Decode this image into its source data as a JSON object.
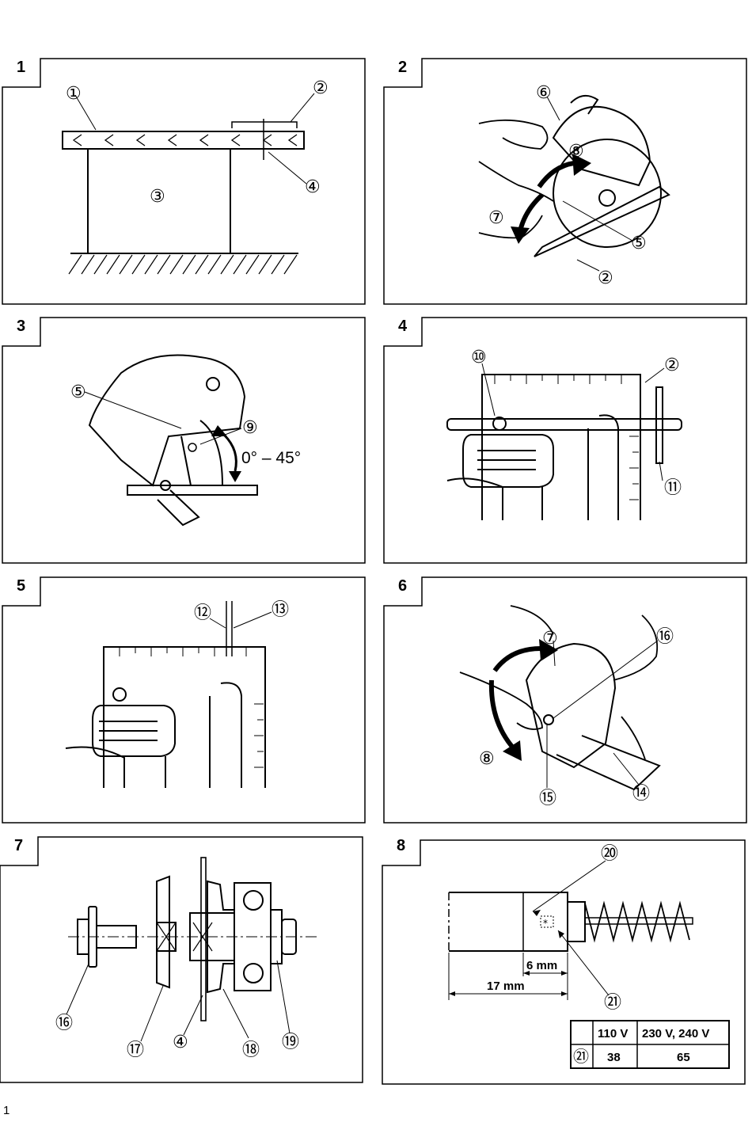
{
  "page_number": "1",
  "panels": [
    {
      "id": "1",
      "labels": [
        "①",
        "②",
        "③",
        "④"
      ]
    },
    {
      "id": "2",
      "labels": [
        "⑥",
        "⑧",
        "⑦",
        "⑤",
        "②"
      ]
    },
    {
      "id": "3",
      "labels": [
        "⑤",
        "⑨"
      ],
      "angle_text": "0° – 45°"
    },
    {
      "id": "4",
      "labels": [
        "⑩",
        "②",
        "⑪"
      ]
    },
    {
      "id": "5",
      "labels": [
        "⑫",
        "⑬"
      ]
    },
    {
      "id": "6",
      "labels": [
        "⑦",
        "⑯",
        "⑧",
        "⑮",
        "⑭"
      ]
    },
    {
      "id": "7",
      "labels": [
        "⑯",
        "⑰",
        "④",
        "⑱",
        "⑲"
      ]
    },
    {
      "id": "8",
      "labels": [
        "⑳",
        "㉑"
      ],
      "dim_small": "6 mm",
      "dim_large": "17 mm",
      "marker": "*",
      "table": {
        "headers": [
          "",
          "110 V",
          "230 V, 240 V"
        ],
        "rows": [
          [
            "㉑",
            "38",
            "65"
          ]
        ]
      }
    }
  ],
  "colors": {
    "line": "#000000",
    "background": "#ffffff"
  }
}
